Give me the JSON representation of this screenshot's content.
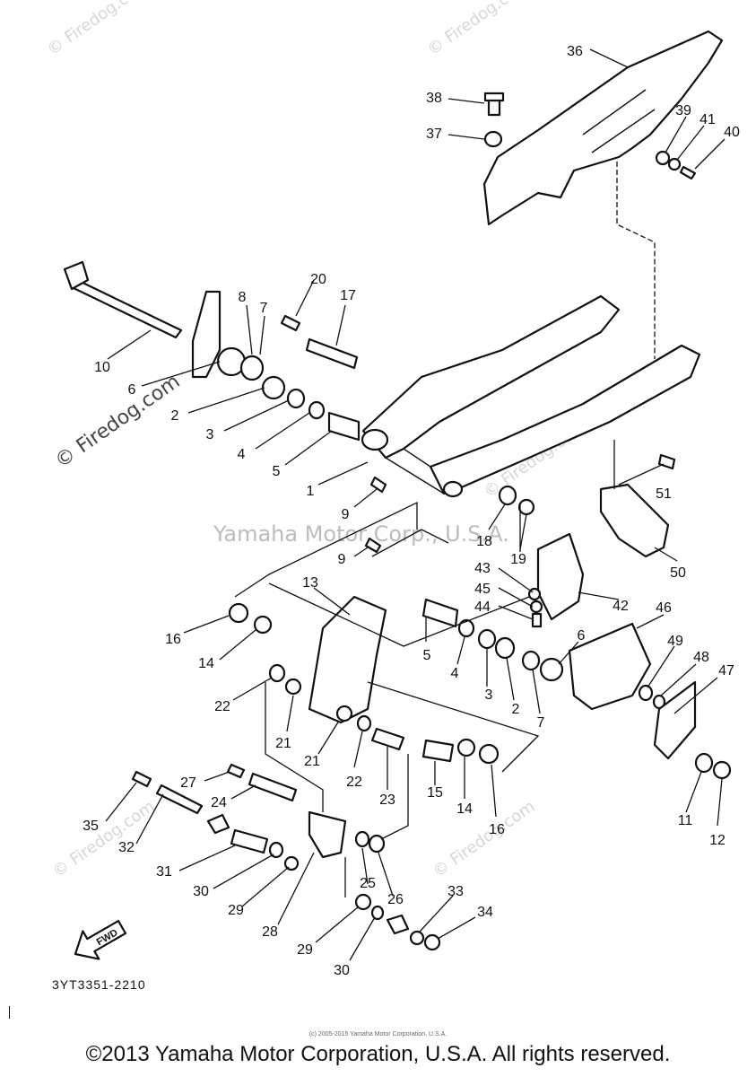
{
  "watermarks": {
    "firedog": "© Firedog.com",
    "firedog_main": "© Firedog.com",
    "center": "Yamaha Motor Corp., U.S.A."
  },
  "callouts": {
    "1": "1",
    "2": "2",
    "3": "3",
    "4": "4",
    "5": "5",
    "6": "6",
    "7": "7",
    "8": "8",
    "9": "9",
    "10": "10",
    "11": "11",
    "12": "12",
    "13": "13",
    "14": "14",
    "15": "15",
    "16": "16",
    "17": "17",
    "18": "18",
    "19": "19",
    "20": "20",
    "21": "21",
    "22": "22",
    "23": "23",
    "24": "24",
    "25": "25",
    "26": "26",
    "27": "27",
    "28": "28",
    "29": "29",
    "30": "30",
    "31": "31",
    "32": "32",
    "33": "33",
    "34": "34",
    "35": "35",
    "36": "36",
    "37": "37",
    "38": "38",
    "39": "39",
    "40": "40",
    "41": "41",
    "42": "42",
    "43": "43",
    "44": "44",
    "45": "45",
    "46": "46",
    "47": "47",
    "48": "48",
    "49": "49",
    "50": "50",
    "51": "51"
  },
  "fwd_label": "FWD",
  "diagram_code": "3YT3351-2210",
  "small_copyright": "(c) 2005-2015 Yamaha Motor Corporation, U.S.A.",
  "copyright": "©2013 Yamaha Motor Corporation, U.S.A. All rights reserved."
}
